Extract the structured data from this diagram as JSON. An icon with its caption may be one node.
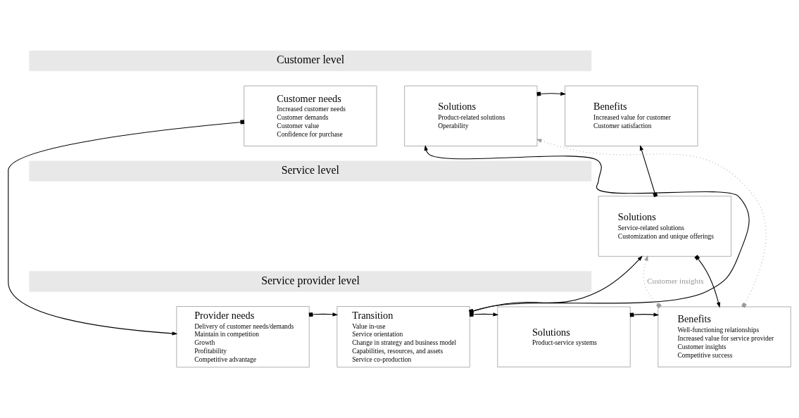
{
  "diagram": {
    "nodes": [
      {
        "text": [
          "Customer level"
        ]
      },
      {
        "text": [
          "Customer needs",
          "Increased customer needs",
          "Customer demands",
          "Customer value",
          "Confidence for purchase"
        ]
      },
      {
        "text": [
          "Solutions",
          "Product-related solutions",
          "Operability"
        ]
      },
      {
        "text": [
          "Benefits",
          "Increased value for customer",
          "Customer satisfaction"
        ]
      },
      {
        "text": [
          "Service level"
        ]
      },
      {
        "text": [
          "Solutions",
          "Service-related solutions",
          "Customization and unique offerings"
        ]
      },
      {
        "text": [
          "Service provider level"
        ]
      },
      {
        "text": [
          "Provider needs",
          "Delivery of customer needs/demands",
          "Maintain in competition",
          "Growth",
          "Profitability",
          "Competitive advantage"
        ]
      },
      {
        "text": [
          "Transition",
          "Value in-use",
          "Service orientation",
          "Change in strategy and business model",
          "Capabilities, resources, and assets",
          "Service co-production"
        ]
      },
      {
        "text": [
          "Solutions",
          "Product-service systems"
        ]
      },
      {
        "text": [
          "Benefits",
          "Well-functioning relationships",
          "Increased value for service provider",
          "Customer insights",
          "Competitive success"
        ]
      }
    ],
    "edges": [
      {
        "from": 1,
        "to": 7,
        "arrow": "to"
      },
      {
        "from": 8,
        "to": 2,
        "arrow": "to"
      },
      {
        "from": 8,
        "to": 5,
        "arrow": "to"
      },
      {
        "from": 2,
        "to": 3,
        "arrow": "to"
      },
      {
        "from": 5,
        "to": 3,
        "arrow": "to"
      },
      {
        "from": 5,
        "to": 10,
        "arrow": "to"
      },
      {
        "from": 10,
        "to": 2,
        "arrow": "to",
        "style": "dashed",
        "color": "#999999"
      },
      {
        "from": 10,
        "to": 5,
        "arrow": "to",
        "style": "dashed",
        "color": "#999999",
        "label": "Customer insights"
      },
      {
        "from": 7,
        "to": 8,
        "arrow": "to"
      },
      {
        "from": 8,
        "to": 9,
        "arrow": "to"
      },
      {
        "from": 9,
        "to": 10,
        "arrow": "to"
      }
    ]
  }
}
